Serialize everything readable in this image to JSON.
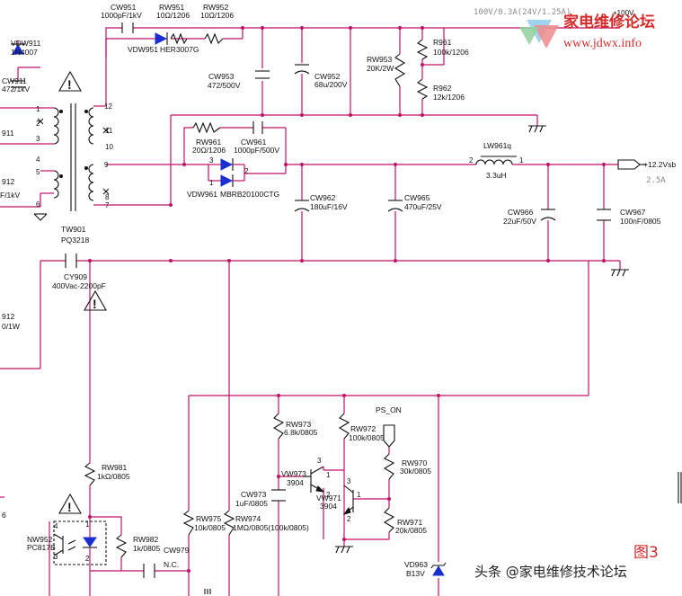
{
  "labels": {
    "cw951_ref": "CW951",
    "cw951_val": "1000pF/1kV",
    "rw951_ref": "RW951",
    "rw951_val": "10Ω/1206",
    "rw952_ref": "RW952",
    "rw952_val": "10Ω/1206",
    "vdw951_ref": "VDW951",
    "vdw951_val": "HER3007G",
    "vdw911_ref": "VDW911",
    "vdw911_val": "1N4007",
    "cw911_ref": "CW911",
    "cw911_val": "472/1kV",
    "w911_frag": "911",
    "f912_a": "912",
    "f912_b": "F/1kV",
    "cw953_ref": "CW953",
    "cw953_val": "472/500V",
    "cw952_ref": "CW952",
    "cw952_val": "68u/200V",
    "rw953_ref": "RW953",
    "rw953_val": "20K/2W",
    "r961_ref": "R961",
    "r961_val": "100k/1206",
    "r962_ref": "R962",
    "r962_val": "12k/1206",
    "rw961_ref": "RW961",
    "rw961_val": "20Ω/1206",
    "cw961_ref": "CW961",
    "cw961_val": "1000pF/500V",
    "vdw961_ref": "VDW961",
    "vdw961_val": "MBRB20100CTG",
    "lw961_ref": "LW961q",
    "lw961_val": "3.3uH",
    "vsb_label": "+12.2Vsb",
    "amp_label": "2.5A",
    "top_rating": "100V/0.3A(24V/1.25A)",
    "v100_label": "+100V",
    "cw962_ref": "CW962",
    "cw962_val": "180uF/16V",
    "cw965_ref": "CW965",
    "cw965_val": "470uF/25V",
    "cw966_ref": "CW966",
    "cw966_val": "22uF/50V",
    "cw967_ref": "CW967",
    "cw967_val": "100nF/0805",
    "tw901_ref": "TW901",
    "tw901_val": "PQ3218",
    "cy909_ref": "CY909",
    "cy909_val": "400Vac-2200pF",
    "f912c_a": "912",
    "f912c_b": "0/1W",
    "frag_6": "6",
    "rw981_ref": "RW981",
    "rw981_val": "1kΩ/0805",
    "nw952_ref": "NW952",
    "nw952_val": "PC817B",
    "rw982_ref": "RW982",
    "rw982_val": "1k/0805",
    "cw979_ref": "CW979",
    "cw979_val": "N.C.",
    "rw975_ref": "RW975",
    "rw975_val": "10k/0805",
    "cw973_ref": "CW973",
    "cw973_val": "1uF/0805",
    "rw974_ref": "RW974",
    "rw974_val": "1MΩ/0805(100k/0805)",
    "rw973_ref": "RW973",
    "rw973_val": "6.8k/0805",
    "vw973_ref": "VW973",
    "vw973_val": "3904",
    "rw972_ref": "RW972",
    "rw972_val": "100k/0805",
    "ps_on": "PS_ON",
    "rw970_ref": "RW970",
    "rw970_val": "30k/0805",
    "vw971_ref": "VW971",
    "vw971_val": "3904",
    "rw971_ref": "RW971",
    "rw971_val": "20k/0805",
    "vd963_ref": "VD963",
    "vd963_val": "B13V",
    "pins": {
      "p12": "12",
      "p11": "11",
      "p10": "10",
      "p9": "9",
      "p8": "8",
      "p7": "7",
      "p1": "1",
      "p2": "2",
      "p3": "3",
      "p4": "4",
      "p5": "5",
      "p6": "6"
    }
  },
  "watermark": {
    "title": "家电维修论坛",
    "url": "www.jdwx.info"
  },
  "figure_label": "图3",
  "footer": "头条 @家电维修技术论坛",
  "colors": {
    "wire": "#c0106a",
    "component": "#111111",
    "diode_fill": "#1a2fd0",
    "watermark": "#d42a2a"
  }
}
